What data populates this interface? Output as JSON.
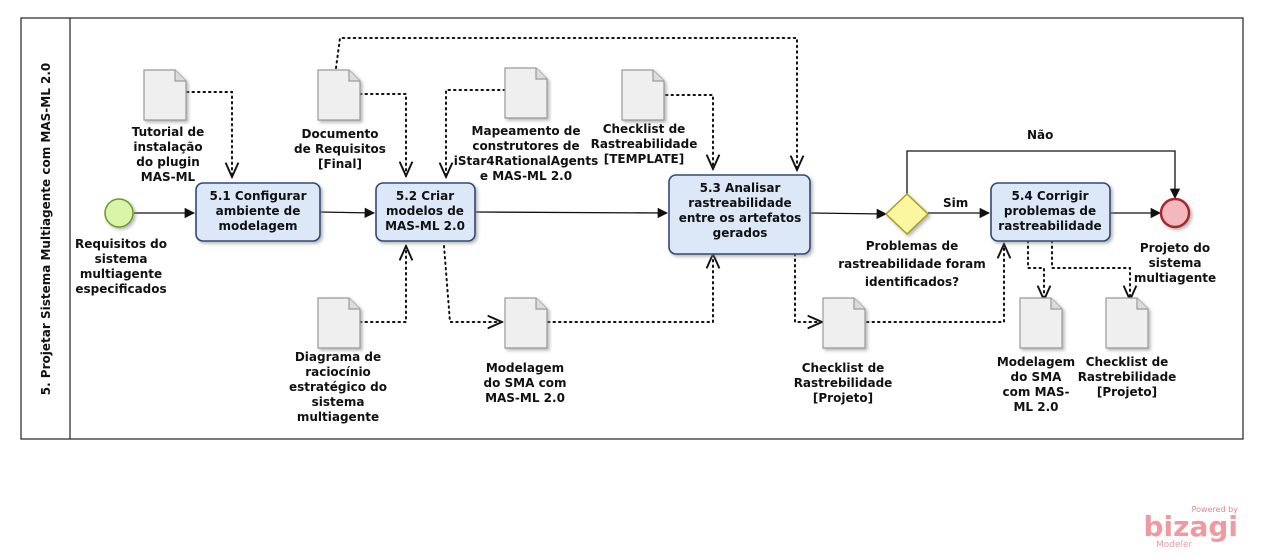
{
  "pool": {
    "label": "5. Projetar Sistema Multiagente com MAS-ML 2.0"
  },
  "start_event": {
    "label": [
      "Requisitos do",
      "sistema",
      "multiagente",
      "especificados"
    ]
  },
  "end_event": {
    "label": [
      "Projeto do",
      "sistema",
      "multiagente"
    ]
  },
  "tasks": {
    "t51": [
      "5.1 Configurar",
      "ambiente de",
      "modelagem"
    ],
    "t52": [
      "5.2 Criar",
      "modelos de",
      "MAS-ML 2.0"
    ],
    "t53": [
      "5.3 Analisar",
      "rastreabilidade",
      "entre os artefatos",
      "gerados"
    ],
    "t54": [
      "5.4 Corrigir",
      "problemas de",
      "rastreabilidade"
    ]
  },
  "gateway": {
    "label": [
      "Problemas de",
      "rastreabilidade foram",
      "identificados?"
    ]
  },
  "flows": {
    "yes": "Sim",
    "no": "Não"
  },
  "documents": {
    "tutorial": [
      "Tutorial de",
      "instalação",
      "do plugin",
      "MAS-ML"
    ],
    "requisitos": [
      "Documento",
      "de Requisitos",
      "[Final]"
    ],
    "mapeamento": [
      "Mapeamento de",
      "construtores de",
      "iStar4RationalAgents",
      "e MAS-ML 2.0"
    ],
    "checklist_template": [
      "Checklist de",
      "Rastreabilidade",
      "[TEMPLATE]"
    ],
    "diagrama": [
      "Diagrama de",
      "raciocínio",
      "estratégico do",
      "sistema",
      "multiagente"
    ],
    "modelagem1": [
      "Modelagem",
      "do SMA com",
      "MAS-ML 2.0"
    ],
    "checklist1": [
      "Checklist de",
      "Rastrebilidade",
      "[Projeto]"
    ],
    "modelagem2": [
      "Modelagem",
      "do SMA",
      "com MAS-",
      "ML 2.0"
    ],
    "checklist2": [
      "Checklist de",
      "Rastrebilidade",
      "[Projeto]"
    ]
  },
  "branding": {
    "powered": "Powered by",
    "name": "bizagi",
    "sub": "Modeler"
  },
  "colors": {
    "task_fill": "#dce8f8",
    "task_stroke": "#2e4a78",
    "start_fill": "#d8f5a8",
    "start_stroke": "#6a9a28",
    "end_fill": "#f3b8bc",
    "end_stroke": "#a8282e",
    "gateway_fill": "#fbf7a0",
    "gateway_stroke": "#a8a020",
    "document_fill": "#efefef",
    "document_stroke": "#9a9a9a",
    "brand": "#ef9aa0"
  }
}
